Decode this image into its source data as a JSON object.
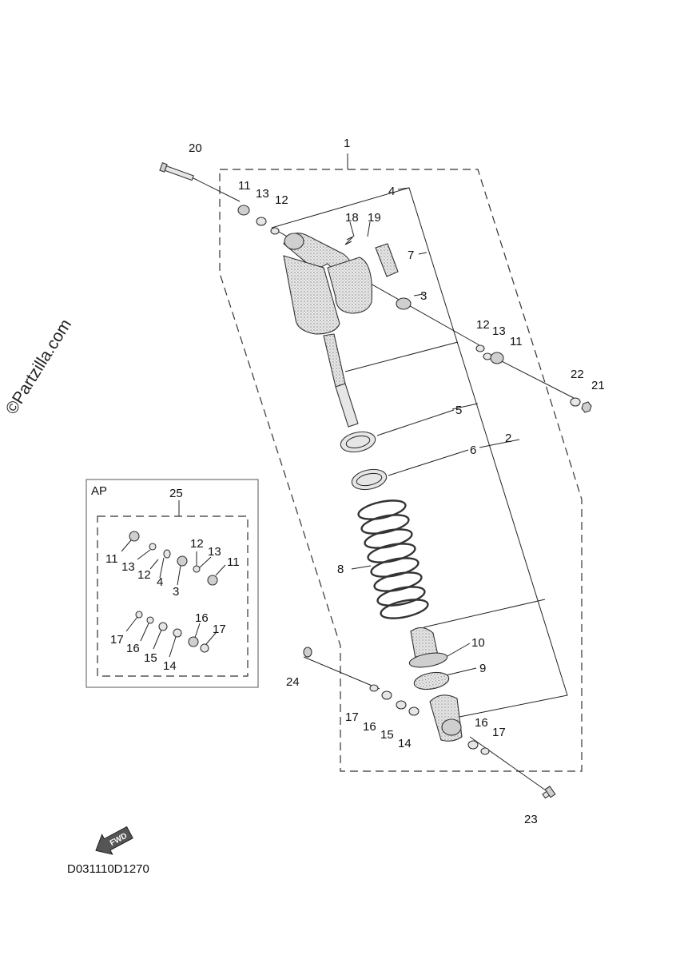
{
  "watermark": "©Partzilla.com",
  "diagram_code": "D031110D1270",
  "inset_label": "AP",
  "fwd_label": "FWD",
  "callouts": {
    "c1": "1",
    "c2": "2",
    "c3": "3",
    "c4": "4",
    "c5": "5",
    "c6": "6",
    "c7": "7",
    "c8": "8",
    "c9": "9",
    "c10": "10",
    "c11a": "11",
    "c11b": "11",
    "c12a": "12",
    "c12b": "12",
    "c13a": "13",
    "c13b": "13",
    "c14": "14",
    "c15": "15",
    "c16a": "16",
    "c16b": "16",
    "c17a": "17",
    "c17b": "17",
    "c18": "18",
    "c19": "19",
    "c20": "20",
    "c21": "21",
    "c22": "22",
    "c23": "23",
    "c24": "24"
  },
  "inset_callouts": {
    "c25": "25",
    "c11a": "11",
    "c13a": "13",
    "c12a": "12",
    "c4": "4",
    "c3": "3",
    "c12b": "12",
    "c13b": "13",
    "c11b": "11",
    "c17a": "17",
    "c16a": "16",
    "c15": "15",
    "c14": "14",
    "c16b": "16",
    "c17b": "17"
  }
}
